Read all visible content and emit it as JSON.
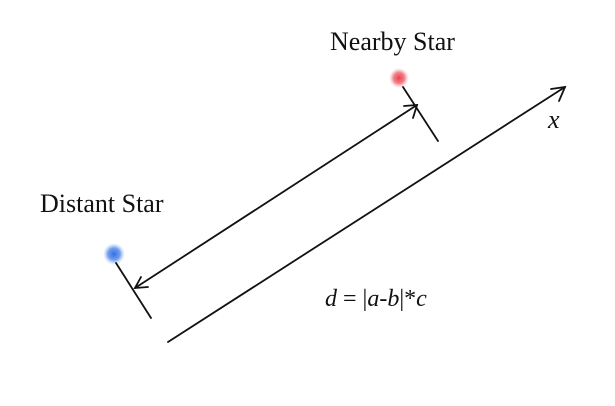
{
  "nearby_star": {
    "label": "Nearby Star",
    "color": "#e8414e"
  },
  "distant_star": {
    "label": "Distant Star",
    "color": "#2f6fe0"
  },
  "axis": {
    "label": "x"
  },
  "formula": {
    "d": "d",
    "eq": " = |",
    "a": "a",
    "dash": "-",
    "b": "b",
    "bar_star": "|*",
    "c": "c"
  }
}
